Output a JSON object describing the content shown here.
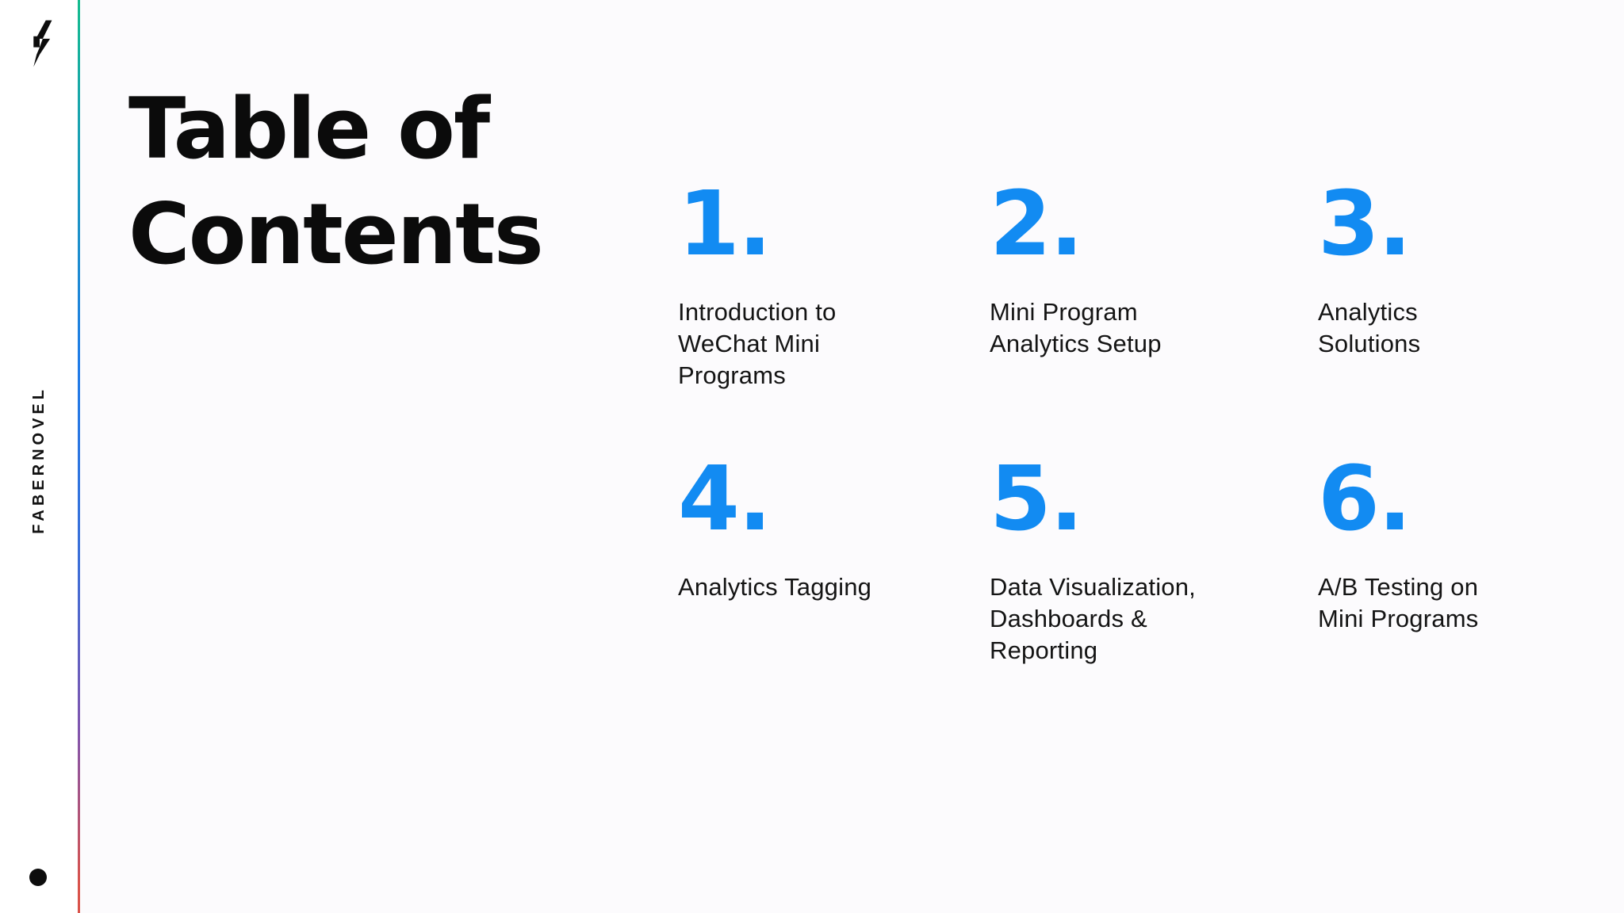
{
  "slide": {
    "title_lines": [
      "Table of",
      "Contents"
    ],
    "brand": {
      "name": "FABERNOVEL",
      "logo_icon": "lightning-bolt-icon"
    },
    "colors": {
      "accent_blue": "#128BF2",
      "title_black": "#0B0B0B",
      "body_text": "#141414",
      "rail_gradient_top_green": "#14BC8E",
      "rail_gradient_mid_blue": "#1F7BE8",
      "rail_gradient_purple": "#8155AE",
      "rail_gradient_bottom_red": "#D9534B",
      "background": "#FCFBFD",
      "rail_background": "#FFFFFF"
    },
    "items": [
      {
        "number": "1.",
        "lines": [
          "Introduction to",
          "WeChat Mini",
          "Programs"
        ]
      },
      {
        "number": "2.",
        "lines": [
          "Mini Program",
          "Analytics Setup"
        ]
      },
      {
        "number": "3.",
        "lines": [
          "Analytics",
          "Solutions"
        ]
      },
      {
        "number": "4.",
        "lines": [
          "Analytics Tagging"
        ]
      },
      {
        "number": "5.",
        "lines": [
          "Data Visualization,",
          "Dashboards &",
          "Reporting"
        ]
      },
      {
        "number": "6.",
        "lines": [
          "A/B Testing on",
          "Mini Programs"
        ]
      }
    ]
  }
}
